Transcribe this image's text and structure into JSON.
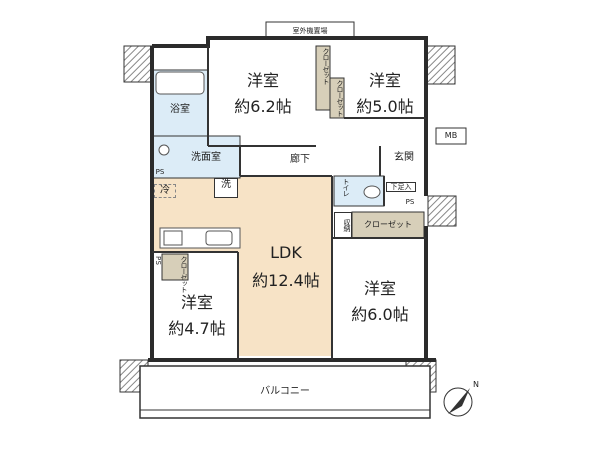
{
  "labels": {
    "outdoor_unit": "室外機置場",
    "room_ne_west": {
      "name": "洋室",
      "size": "約6.2帖"
    },
    "room_ne_east": {
      "name": "洋室",
      "size": "約5.0帖"
    },
    "closet_v1": "クローゼット",
    "closet_v2": "クローゼット",
    "bath": "浴室",
    "washroom": "洗面室",
    "washer": "洗",
    "fridge": "冷",
    "ps_small": "PS",
    "corridor": "廊下",
    "entrance": "玄関",
    "mb": "MB",
    "shoe_box": "下足入",
    "ps_right": "PS",
    "toilet": "トイレ",
    "storage": "収納",
    "closet_h": "クローゼット",
    "ldk": {
      "name": "LDK",
      "size": "約12.4帖"
    },
    "room_sw": {
      "name": "洋室",
      "size": "約4.7帖"
    },
    "ps_left": "P S",
    "closet_left": "クローゼット",
    "room_se": {
      "name": "洋室",
      "size": "約6.0帖"
    },
    "balcony": "バルコニー",
    "north": "N"
  },
  "colors": {
    "wall": "#2b2b2b",
    "ldk_floor": "#f7e3c6",
    "wet_area": "#dcecf7",
    "closet_fill": "#d7cfb9",
    "hatch": "#888888",
    "outline": "#333333"
  }
}
